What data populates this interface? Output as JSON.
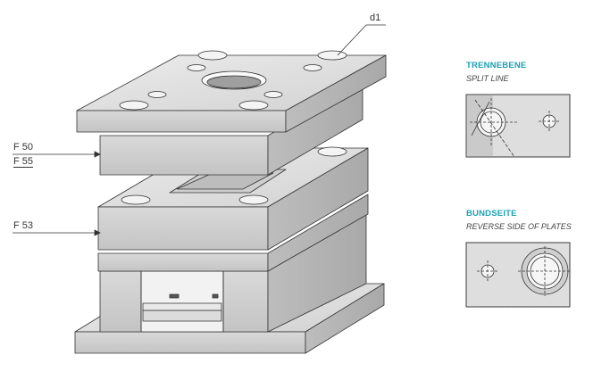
{
  "labels": {
    "d1": "d1",
    "f50": "F 50",
    "f55": "F 55",
    "f53": "F 53"
  },
  "details": [
    {
      "title": "TRENNEBENE",
      "subtitle": "SPLIT LINE"
    },
    {
      "title": "BUNDSEITE",
      "subtitle": "REVERSE SIDE OF PLATES"
    }
  ],
  "colors": {
    "accent": "#1aa0b4",
    "line": "#333333",
    "face_top": "#e3e3e3",
    "face_front": "#cfcfcf",
    "face_side": "#b5b5b5"
  }
}
